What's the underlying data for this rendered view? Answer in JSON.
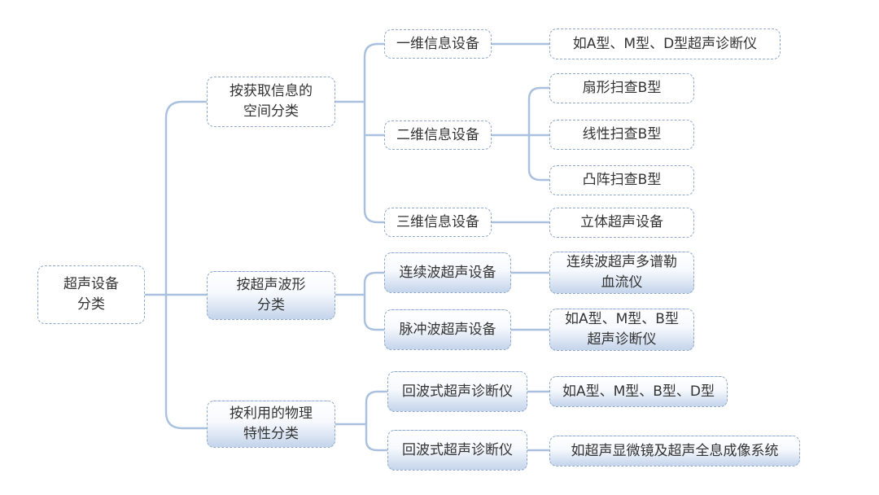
{
  "root": {
    "label": "超声设备\n分类"
  },
  "categories": [
    {
      "label": "按获取信息的\n空间分类"
    },
    {
      "label": "按超声波形\n分类"
    },
    {
      "label": "按利用的物理\n特性分类"
    }
  ],
  "subcategories": [
    {
      "label": "一维信息设备"
    },
    {
      "label": "二维信息设备"
    },
    {
      "label": "三维信息设备"
    },
    {
      "label": "连续波超声设备"
    },
    {
      "label": "脉冲波超声设备"
    },
    {
      "label": "回波式超声诊断仪"
    },
    {
      "label": "回波式超声诊断仪"
    }
  ],
  "leaves": [
    {
      "label": "如A型、M型、D型超声诊断仪"
    },
    {
      "label": "扇形扫查B型"
    },
    {
      "label": "线性扫查B型"
    },
    {
      "label": "凸阵扫查B型"
    },
    {
      "label": "立体超声设备"
    },
    {
      "label": "连续波超声多谱勒\n血流仪"
    },
    {
      "label": "如A型、M型、B型\n超声诊断仪"
    },
    {
      "label": "如A型、M型、B型、D型"
    },
    {
      "label": "如超声显微镜及超声全息成像系统"
    }
  ],
  "colors": {
    "connector": "#a9c0de",
    "border": "#8fa9cc",
    "text": "#333333",
    "gradient_bottom": "#c4d4eb"
  }
}
